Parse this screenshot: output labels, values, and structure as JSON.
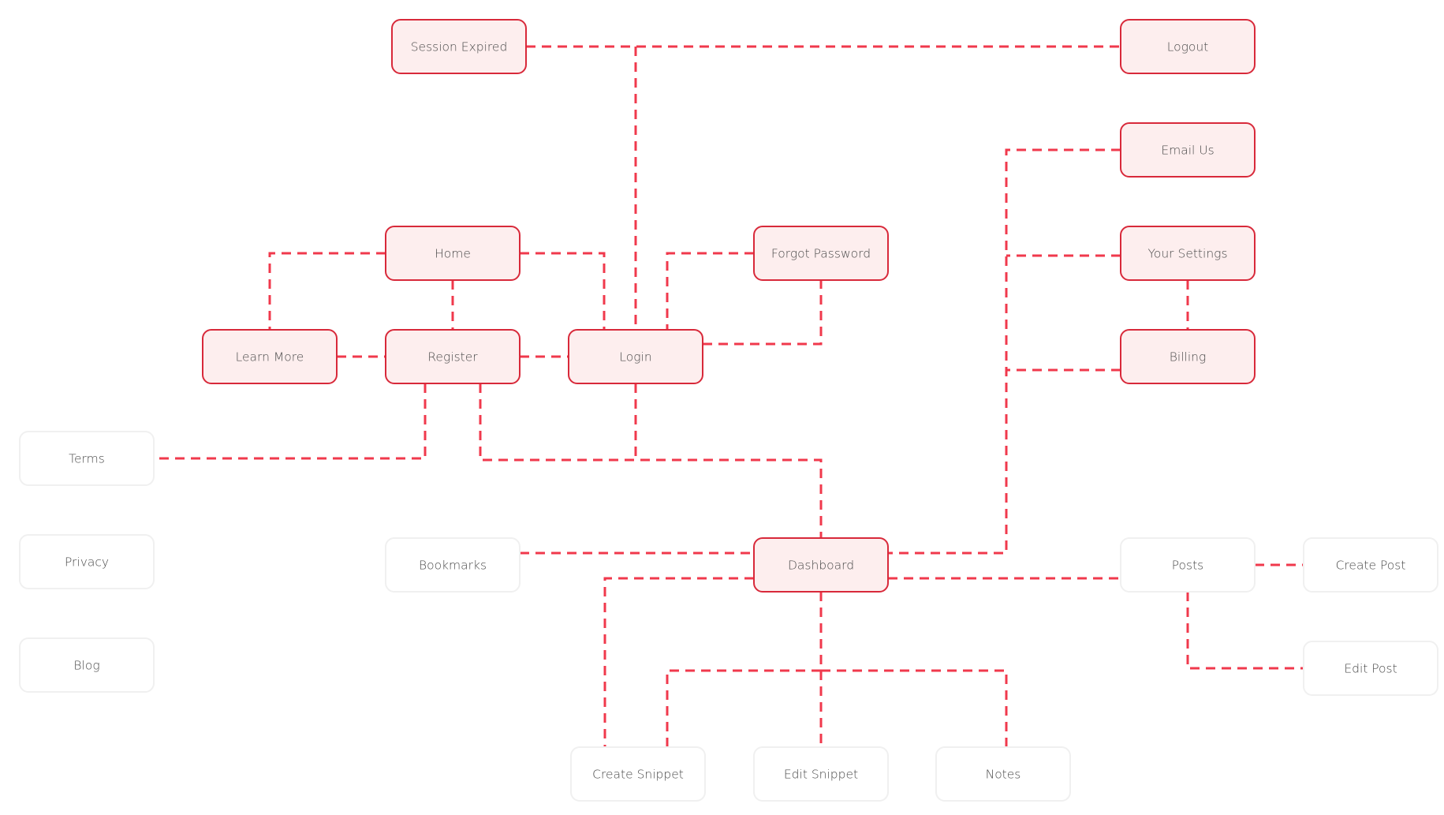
{
  "colors": {
    "edge": "#f0394c",
    "active_fill": "#fdeeee",
    "active_stroke": "#d8293a",
    "inactive_fill": "#ffffff",
    "inactive_stroke": "#f0f0f0",
    "label": "#4a4a4a"
  },
  "nodes": [
    {
      "id": "session-expired",
      "label": "Session Expired",
      "state": "active"
    },
    {
      "id": "logout",
      "label": "Logout",
      "state": "active"
    },
    {
      "id": "email-us",
      "label": "Email Us",
      "state": "active"
    },
    {
      "id": "home",
      "label": "Home",
      "state": "active"
    },
    {
      "id": "forgot-password",
      "label": "Forgot Password",
      "state": "active"
    },
    {
      "id": "your-settings",
      "label": "Your Settings",
      "state": "active"
    },
    {
      "id": "learn-more",
      "label": "Learn More",
      "state": "active"
    },
    {
      "id": "register",
      "label": "Register",
      "state": "active"
    },
    {
      "id": "login",
      "label": "Login",
      "state": "active"
    },
    {
      "id": "billing",
      "label": "Billing",
      "state": "active"
    },
    {
      "id": "terms",
      "label": "Terms",
      "state": "inactive"
    },
    {
      "id": "privacy",
      "label": "Privacy",
      "state": "inactive"
    },
    {
      "id": "blog",
      "label": "Blog",
      "state": "inactive"
    },
    {
      "id": "bookmarks",
      "label": "Bookmarks",
      "state": "inactive"
    },
    {
      "id": "dashboard",
      "label": "Dashboard",
      "state": "active"
    },
    {
      "id": "posts",
      "label": "Posts",
      "state": "inactive"
    },
    {
      "id": "create-post",
      "label": "Create Post",
      "state": "inactive"
    },
    {
      "id": "edit-post",
      "label": "Edit Post",
      "state": "inactive"
    },
    {
      "id": "create-snippet",
      "label": "Create Snippet",
      "state": "inactive"
    },
    {
      "id": "edit-snippet",
      "label": "Edit Snippet",
      "state": "inactive"
    },
    {
      "id": "notes",
      "label": "Notes",
      "state": "inactive"
    }
  ],
  "edges": [
    {
      "from": "session-expired",
      "to": "logout"
    },
    {
      "from": "session-expired",
      "to": "login"
    },
    {
      "from": "home",
      "to": "learn-more"
    },
    {
      "from": "home",
      "to": "register"
    },
    {
      "from": "home",
      "to": "login"
    },
    {
      "from": "learn-more",
      "to": "register"
    },
    {
      "from": "register",
      "to": "login"
    },
    {
      "from": "forgot-password",
      "to": "login"
    },
    {
      "from": "login",
      "to": "forgot-password"
    },
    {
      "from": "register",
      "to": "terms"
    },
    {
      "from": "register",
      "to": "dashboard"
    },
    {
      "from": "login",
      "to": "dashboard"
    },
    {
      "from": "email-us",
      "to": "dashboard"
    },
    {
      "from": "your-settings",
      "to": "dashboard"
    },
    {
      "from": "your-settings",
      "to": "billing"
    },
    {
      "from": "billing",
      "to": "dashboard"
    },
    {
      "from": "bookmarks",
      "to": "dashboard"
    },
    {
      "from": "dashboard",
      "to": "posts"
    },
    {
      "from": "posts",
      "to": "create-post"
    },
    {
      "from": "posts",
      "to": "edit-post"
    },
    {
      "from": "dashboard",
      "to": "create-snippet"
    },
    {
      "from": "dashboard",
      "to": "edit-snippet"
    },
    {
      "from": "dashboard",
      "to": "notes"
    }
  ]
}
